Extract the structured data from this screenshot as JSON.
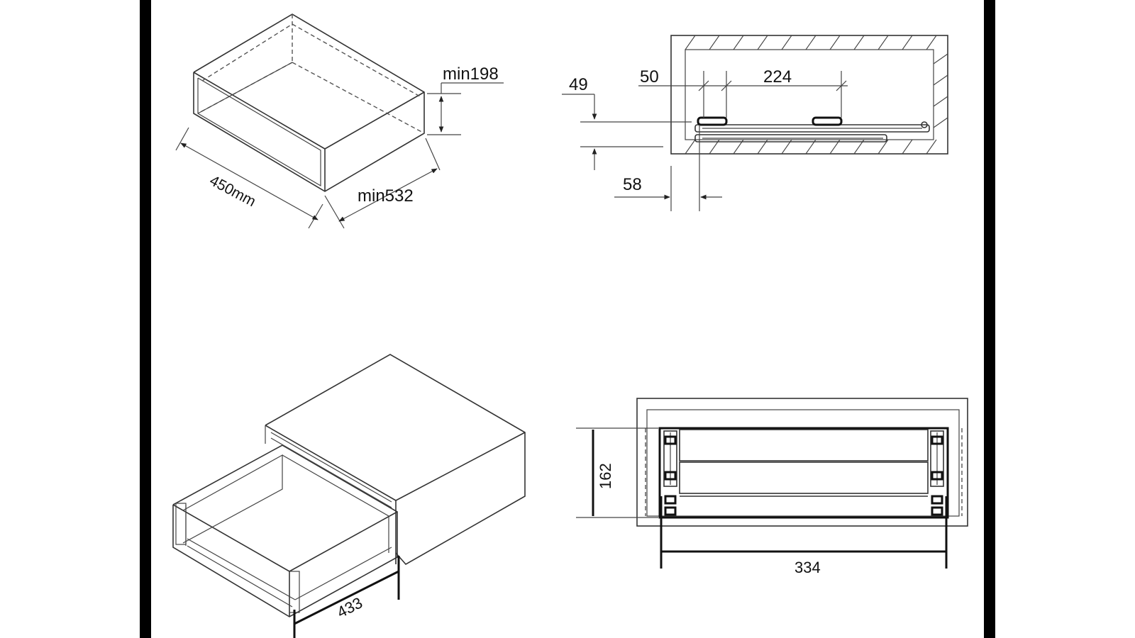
{
  "dimensions": {
    "cabinet_height": "min198",
    "cabinet_depth": "450mm",
    "cabinet_width": "min532",
    "offset_top": "49",
    "gap_front": "50",
    "hole_spacing": "224",
    "slide_offset": "58",
    "drawer_width": "433",
    "front_height": "162",
    "front_width": "334"
  }
}
